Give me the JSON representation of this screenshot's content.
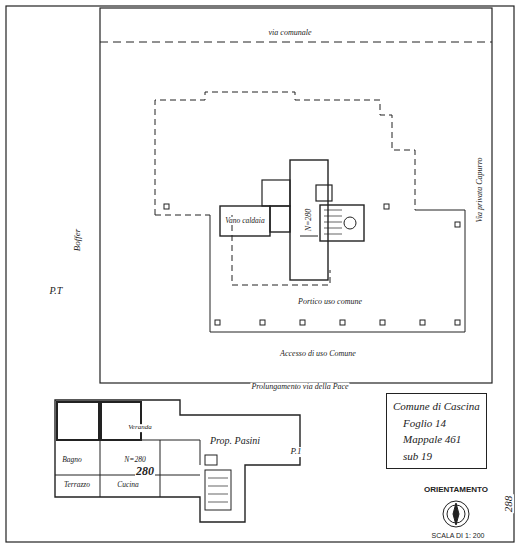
{
  "diagram": {
    "nodes": [
      {
        "text": [
          "Comune di Cascina",
          "Foglio 14",
          "Mappale 461",
          "sub 19"
        ]
      }
    ],
    "labels": [
      "via comunale",
      "Boffer",
      "P.T",
      "Via privata Capurro",
      "Vano caldaia",
      "N=280",
      "Portico uso comune",
      "Accesso di uso Comune",
      "Prolungamento via della Pace",
      "Prop. Pasini",
      "Veranda",
      "N=280",
      "280",
      "Bagno",
      "Terrazzo",
      "Cucina",
      "P.1",
      "ORIENTAMENTO",
      "SCALA DI 1: 200",
      "288"
    ]
  }
}
